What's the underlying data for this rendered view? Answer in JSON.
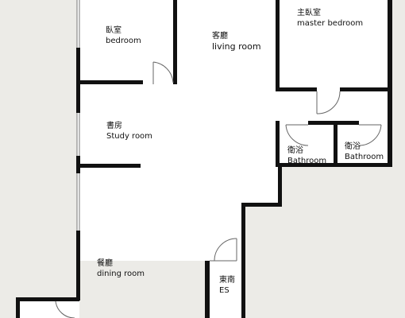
{
  "rooms": {
    "bedroom": {
      "zh": "臥室",
      "en": "bedroom"
    },
    "living": {
      "zh": "客廳",
      "en": "living room"
    },
    "master": {
      "zh": "主臥室",
      "en": "master bedroom"
    },
    "study": {
      "zh": "書房",
      "en": "Study room"
    },
    "bath1": {
      "zh": "衛浴",
      "en": "Bathroom"
    },
    "bath2": {
      "zh": "衛浴",
      "en": "Bathroom"
    },
    "dining": {
      "zh": "餐廳",
      "en": "dining room"
    },
    "entrance": {
      "zh": "東南",
      "en": "ES"
    }
  }
}
